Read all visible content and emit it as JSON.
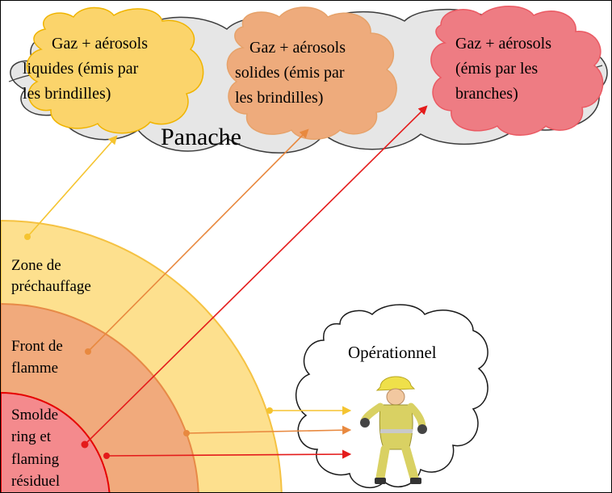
{
  "plume": {
    "label": "Panache",
    "clouds": [
      {
        "lines": [
          "Gaz + aérosols",
          "liquides (émis par",
          "les brindilles)"
        ],
        "fill": "#fbd46b",
        "stroke": "#f0b400"
      },
      {
        "lines": [
          "Gaz + aérosols",
          "solides (émis par",
          "les brindilles)"
        ],
        "fill": "#eeab7c",
        "stroke": "#e6a26a"
      },
      {
        "lines": [
          "Gaz + aérosols",
          "(émis par les",
          "branches)"
        ],
        "fill": "#ee7c83",
        "stroke": "#ea5a63"
      }
    ]
  },
  "zones": [
    {
      "lines": [
        "Zone de",
        "préchauffage"
      ],
      "fill": "#fde08e",
      "stroke": "#f5c242"
    },
    {
      "lines": [
        "Front de",
        "flamme"
      ],
      "fill": "#f1aa7c",
      "stroke": "#e78a47"
    },
    {
      "lines": [
        "Smolde",
        "ring et",
        "flaming",
        "résiduel"
      ],
      "fill": "#f48a8d",
      "stroke": "#e60000"
    }
  ],
  "operational": {
    "label": "Opérationnel"
  },
  "arrow_colors": [
    "#f5c430",
    "#e8893f",
    "#e41b1b"
  ],
  "colors": {
    "plume_fill": "#e6e6e6",
    "plume_stroke": "#3c3c3c",
    "cloud_small_fill": "#ffffff"
  }
}
